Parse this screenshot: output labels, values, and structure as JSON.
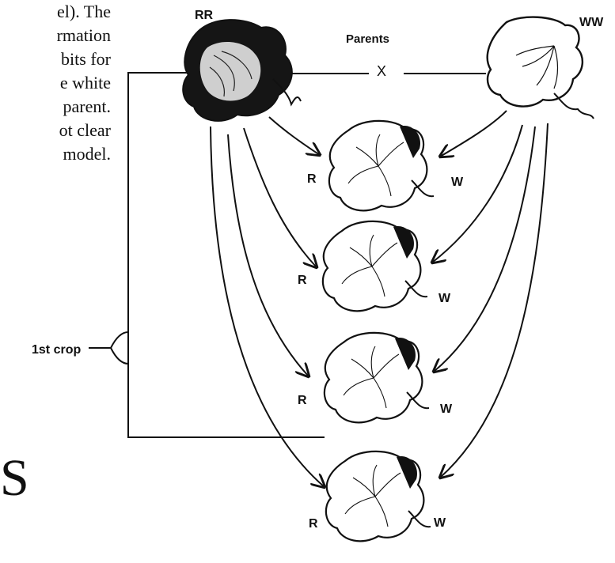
{
  "body_text": {
    "lines": [
      "el). The",
      "rmation",
      "bits for",
      "e white",
      "parent.",
      "ot clear",
      "model."
    ]
  },
  "big_letter": "S",
  "diagram": {
    "parent_left_label": "RR",
    "parent_right_label": "WW",
    "parents_label": "Parents",
    "cross_symbol": "X",
    "bracket_label": "1st crop",
    "offspring": [
      {
        "left": "R",
        "right": "W"
      },
      {
        "left": "R",
        "right": "W"
      },
      {
        "left": "R",
        "right": "W"
      },
      {
        "left": "R",
        "right": "W"
      }
    ]
  }
}
